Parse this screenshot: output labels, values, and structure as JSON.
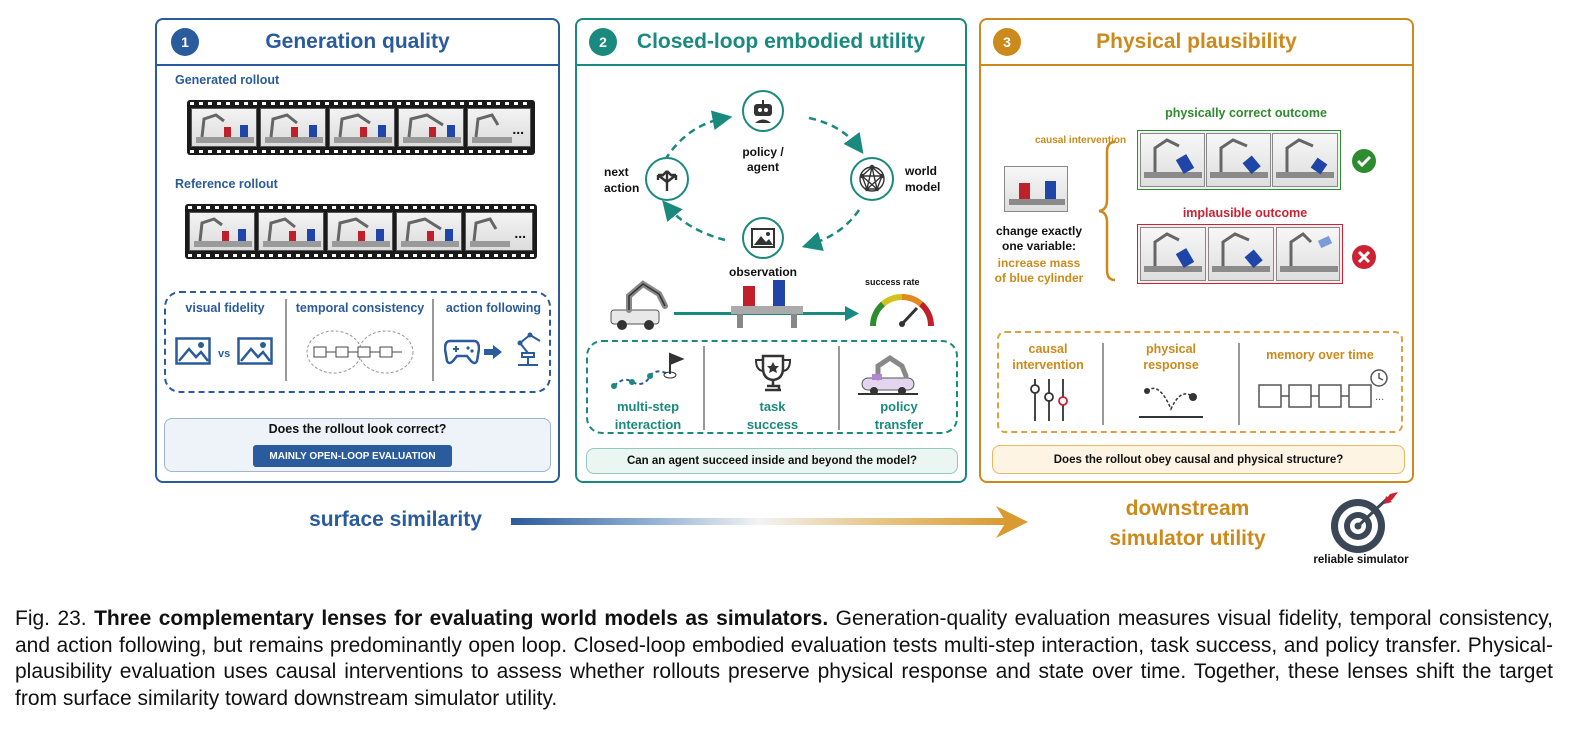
{
  "colors": {
    "blue": "#2a5b9c",
    "teal": "#1a8a7e",
    "orange": "#cc8a1c",
    "green": "#2e8b2e",
    "red": "#cc2233"
  },
  "panel1": {
    "num": "1",
    "title": "Generation quality",
    "generated_label": "Generated rollout",
    "reference_label": "Reference rollout",
    "ellipsis": "...",
    "metrics": [
      "visual fidelity",
      "temporal consistency",
      "action following"
    ],
    "vs": "vs",
    "question": "Does the rollout look correct?",
    "badge": "MAINLY OPEN-LOOP EVALUATION"
  },
  "panel2": {
    "num": "2",
    "title": "Closed-loop embodied utility",
    "policy_line1": "policy /",
    "policy_line2": "agent",
    "world_line1": "world",
    "world_line2": "model",
    "next_line1": "next",
    "next_line2": "action",
    "observation": "observation",
    "success_rate": "success rate",
    "items": [
      {
        "line1": "multi-step",
        "line2": "interaction"
      },
      {
        "line1": "task",
        "line2": "success"
      },
      {
        "line1": "policy",
        "line2": "transfer"
      }
    ],
    "question": "Can an agent succeed inside and beyond the model?"
  },
  "panel3": {
    "num": "3",
    "title": "Physical plausibility",
    "causal_intervention": "causal intervention",
    "correct": "physically correct outcome",
    "implausible": "implausible outcome",
    "change_line1": "change exactly",
    "change_line2": "one variable:",
    "increase_line1": "increase mass",
    "increase_line2": "of blue cylinder",
    "items": [
      {
        "line1": "causal",
        "line2": "intervention"
      },
      {
        "line1": "physical",
        "line2": "response"
      },
      {
        "line1": "memory over time",
        "line2": ""
      }
    ],
    "ellipsis": "...",
    "question": "Does the rollout obey causal and physical structure?"
  },
  "bottom": {
    "left": "surface similarity",
    "right_line1": "downstream",
    "right_line2": "simulator utility",
    "reliable": "reliable simulator"
  },
  "caption": {
    "prefix": "Fig. 23. ",
    "bold": "Three complementary lenses for evaluating world models as simulators.",
    "rest": " Generation-quality evaluation measures visual fidelity, temporal consistency, and action following, but remains predominantly open loop. Closed-loop embodied evaluation tests multi-step interaction, task success, and policy transfer. Physical-plausibility evaluation uses causal interventions to assess whether rollouts preserve physical response and state over time. Together, these lenses shift the target from surface similarity toward downstream simulator utility."
  }
}
